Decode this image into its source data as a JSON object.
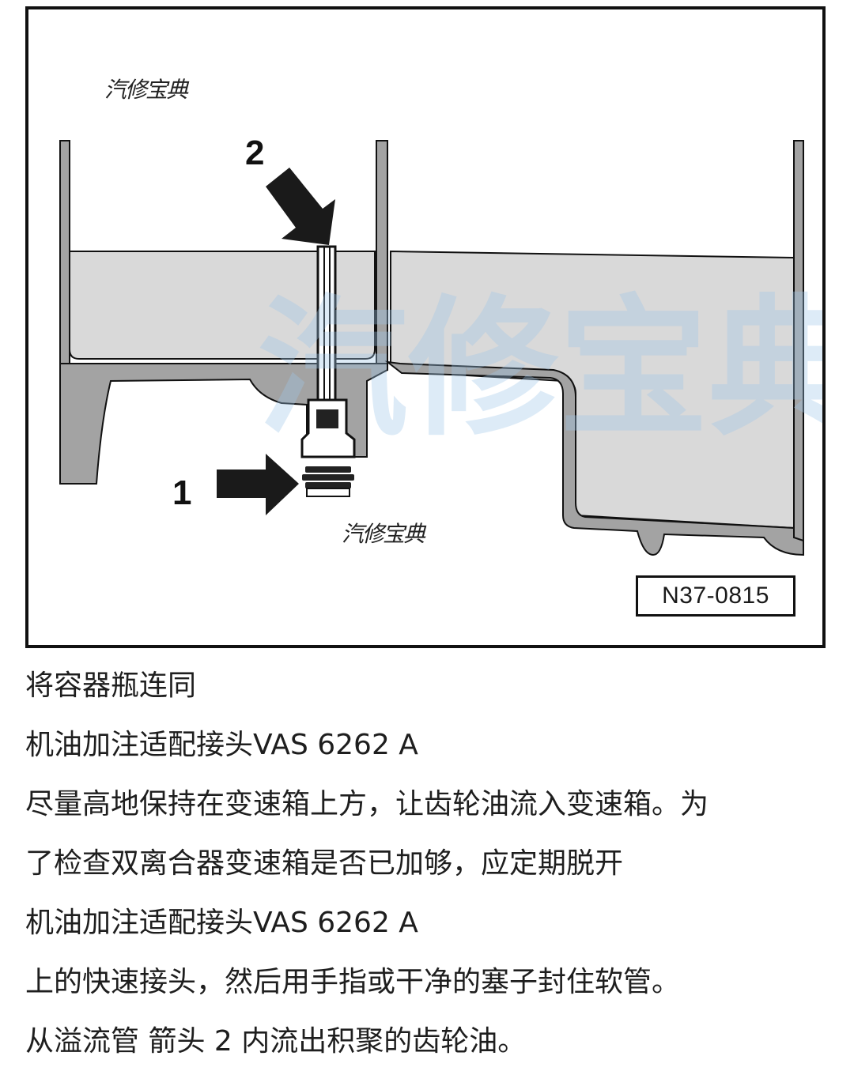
{
  "figure": {
    "code": "N37-0815",
    "callouts": [
      "1",
      "2"
    ],
    "watermarks": {
      "small": "汽修宝典",
      "large": "汽修宝典"
    },
    "colors": {
      "oil": "#d9d9d9",
      "housing": "#a3a3a3",
      "outline": "#111111",
      "watermark": "#c8dff2"
    }
  },
  "text_lines": [
    "将容器瓶连同",
    "机油加注适配接头VAS 6262 A",
    "尽量高地保持在变速箱上方，让齿轮油流入变速箱。为",
    "了检查双离合器变速箱是否已加够，应定期脱开",
    "机油加注适配接头VAS 6262 A",
    "上的快速接头，然后用手指或干净的塞子封住软管。",
    "从溢流管 箭头 2 内流出积聚的齿轮油。"
  ]
}
